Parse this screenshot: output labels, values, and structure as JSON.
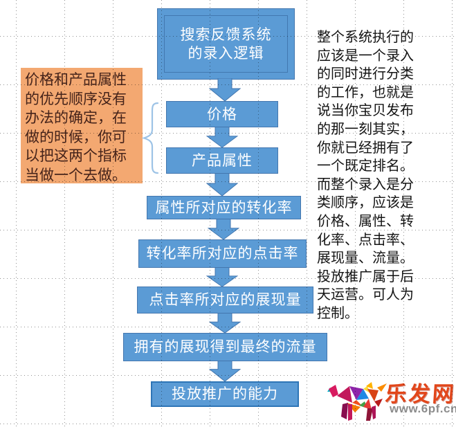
{
  "flowchart": {
    "title_node": "搜索反馈系统\n的录入逻辑",
    "nodes": [
      {
        "label": "价格"
      },
      {
        "label": "产品属性"
      },
      {
        "label": "属性所对应的转化率"
      },
      {
        "label": "转化率所对应的点击率"
      },
      {
        "label": "点击率所对应的展现量"
      },
      {
        "label": "拥有的展现得到最终的流量"
      },
      {
        "label": "投放推广的能力"
      }
    ]
  },
  "annotations": {
    "left_note": "价格和产品属性\n的优先顺序没有\n办法的确定，在\n做的时候，你可\n以把这两个指标\n当做一个去做。",
    "right_note": "整个系统执行的\n应该是一个录入\n的同时进行分类\n的工作，也就是\n说当你宝贝发布\n的那一刻其实，\n你就已经拥有了\n一个既定排名。\n而整个录入是分\n类顺序，应该是\n价格、属性、转\n化率、点击率、\n展现量、流量。\n投放推广属于后\n天运营。可人为\n控制。"
  },
  "watermark": {
    "site_name": "乐发网",
    "site_url": "www.6pf.cn"
  },
  "colors": {
    "node_fill": "#5B9BD5",
    "node_border": "#4376AE",
    "final_border": "#2E75B6",
    "note_fill": "#F3A871",
    "note_text": "#45231A",
    "text": "#141414",
    "brace": "#9DC3E6",
    "grid_dot": "#6A6A6A",
    "watermark_orange": "#E2461A",
    "watermark_gray": "#8C8C8C"
  }
}
